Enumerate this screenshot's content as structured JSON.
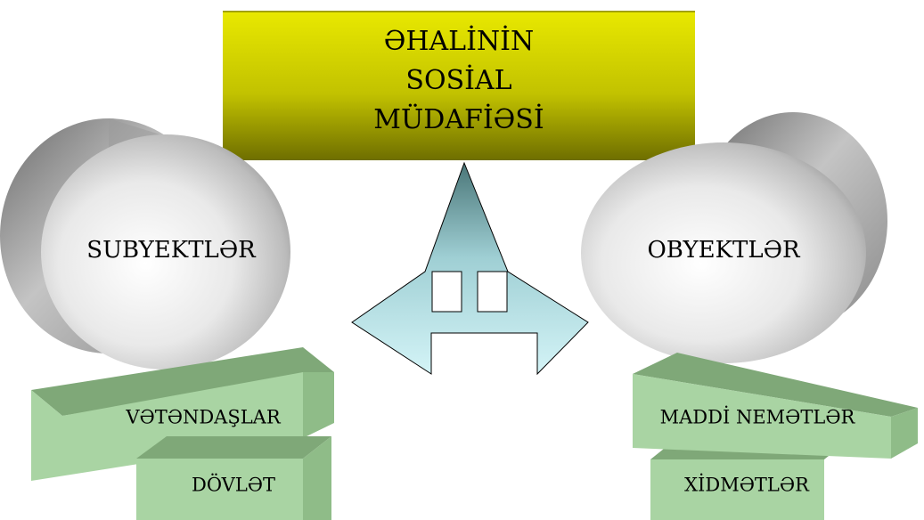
{
  "title": {
    "lines": [
      "ƏHALİNİN",
      "SOSİAL",
      "MÜDAFİƏSİ"
    ],
    "color": "#c8c800"
  },
  "left": {
    "heading": "SUBYEKTLƏR",
    "items": [
      "VƏTƏNDAŞLAR",
      "DÖVLƏT"
    ]
  },
  "right": {
    "heading": "OBYEKTLƏR",
    "items": [
      "MADDİ NEMƏTLƏR",
      "XİDMƏTLƏR"
    ]
  },
  "colors": {
    "block_front": "#a9d4a3",
    "block_top": "#7fa878",
    "arrow_fill": "#c6ecf0",
    "arrow_tip": "#4f7c7e"
  }
}
